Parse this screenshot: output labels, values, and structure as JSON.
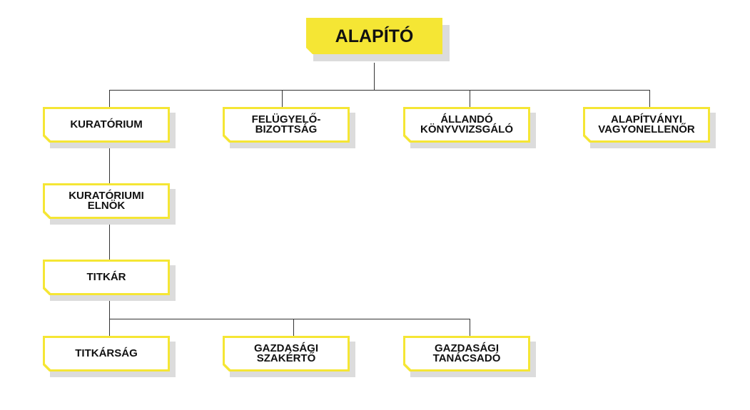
{
  "colors": {
    "accent": "#f5e634",
    "line": "#333333",
    "shadow": "#dcdcdc",
    "text": "#111111"
  },
  "root": {
    "label": "ALAPÍTÓ"
  },
  "nodes": {
    "kuratorium": "KURATÓRIUM",
    "felugyelo": "FELÜGYELŐ-\nBIZOTTSÁG",
    "konyvvizsgalo": "ÁLLANDÓ\nKÖNYVVIZSGÁLÓ",
    "vagyonellenor": "ALAPÍTVÁNYI\nVAGYONELLENŐR",
    "elnok": "KURATÓRIUMI\nELNÖK",
    "titkar": "TITKÁR",
    "titkarsag": "TITKÁRSÁG",
    "szakerto": "GAZDASÁGI\nSZAKÉRTŐ",
    "tanacsado": "GAZDASÁGI\nTANÁCSADÓ"
  }
}
